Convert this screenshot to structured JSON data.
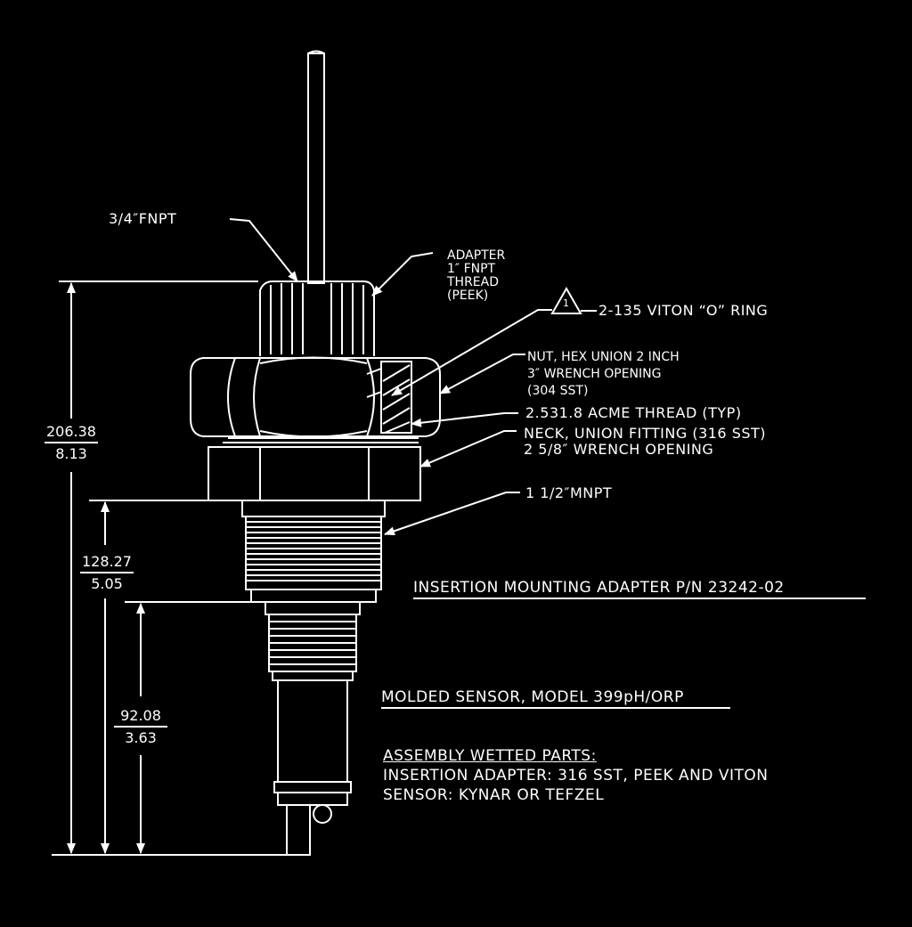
{
  "labels": {
    "fnpt_34": "3/4″FNPT",
    "adapter": [
      "ADAPTER",
      "1″ FNPT",
      "THREAD",
      "(PEEK)"
    ],
    "warning_mark": "1",
    "oring": "2-135 VITON “O” RING",
    "nut": [
      "NUT, HEX UNION 2 INCH",
      "3″ WRENCH OPENING",
      "(304 SST)"
    ],
    "acme": "2.531.8 ACME THREAD (TYP)",
    "neck": [
      "NECK, UNION FITTING (316 SST)",
      "2 5/8″ WRENCH OPENING"
    ],
    "mnpt": "1 1/2″MNPT"
  },
  "dimensions": [
    {
      "mm": "206.38",
      "inch": "8.13"
    },
    {
      "mm": "128.27",
      "inch": "5.05"
    },
    {
      "mm": "92.08",
      "inch": "3.63"
    }
  ],
  "titles": {
    "adapter_pn": "INSERTION MOUNTING ADAPTER P/N 23242-02",
    "sensor_model": "MOLDED SENSOR, MODEL 399pH/ORP"
  },
  "wetted": {
    "heading": "ASSEMBLY WETTED PARTS:",
    "lines": [
      "INSERTION ADAPTER: 316 SST, PEEK AND VITON",
      "SENSOR: KYNAR OR TEFZEL"
    ]
  }
}
